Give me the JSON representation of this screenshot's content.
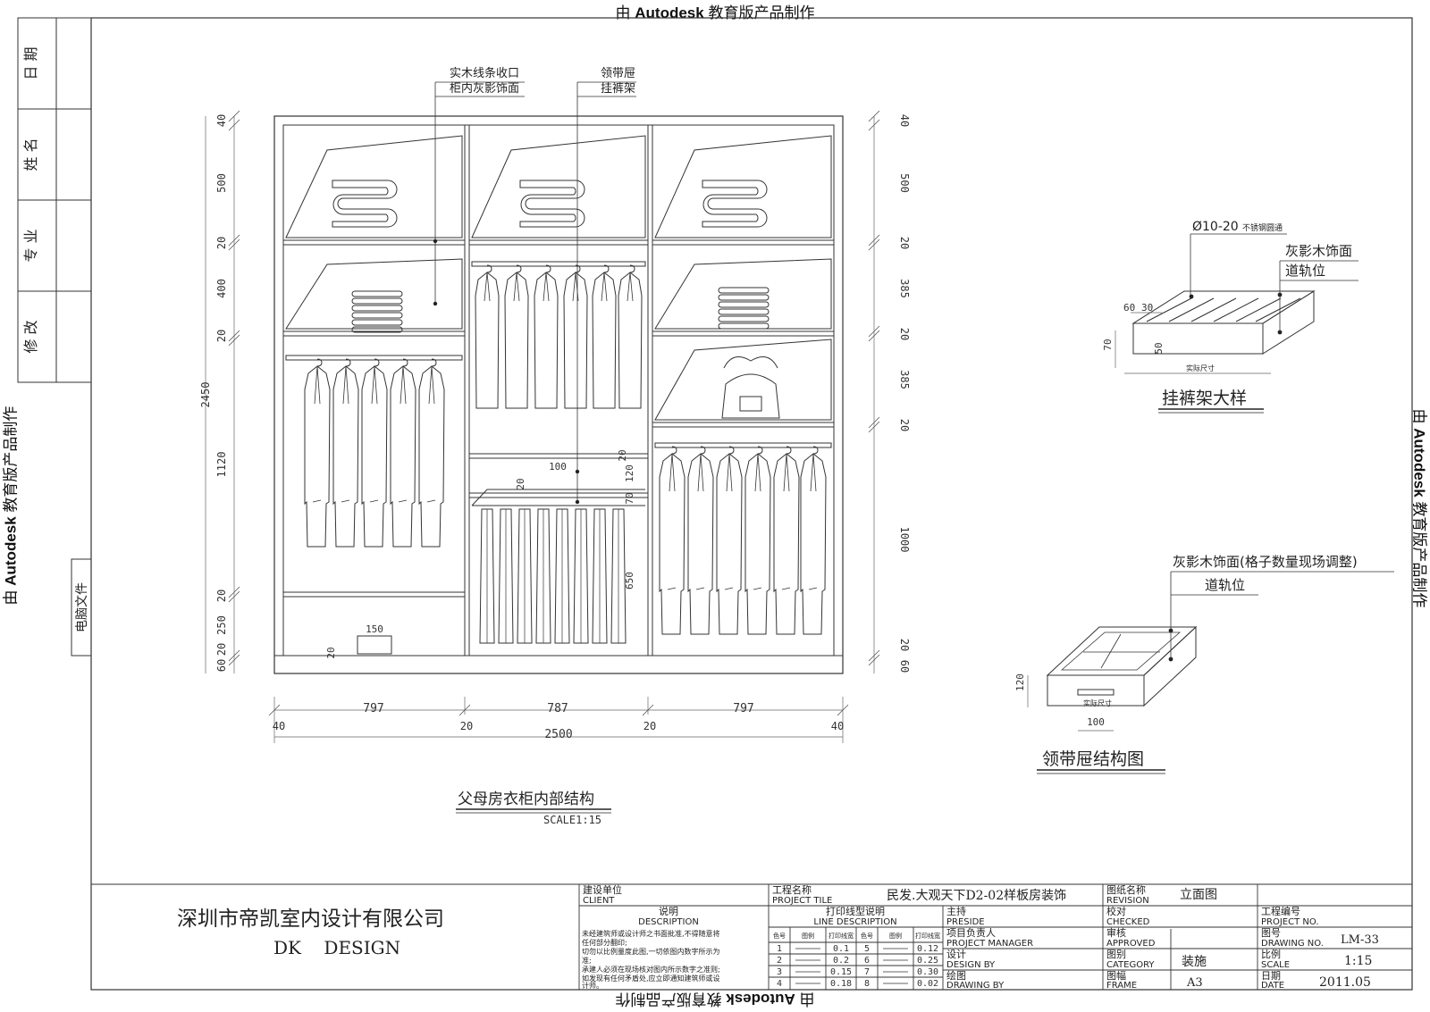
{
  "watermark": {
    "prefix": "由",
    "brand": "Autodesk",
    "suffix": "教育版产品制作"
  },
  "revision_column": {
    "labels": [
      "日 期",
      "姓 名",
      "专 业",
      "修 改"
    ],
    "file_label": "电脑文件"
  },
  "callouts": {
    "molding": "实木线条收口",
    "inner_finish": "柜内灰影饰面",
    "tie_drawer": "领带屉",
    "pants_rack": "挂裤架"
  },
  "dimensions": {
    "left_vertical": [
      "40",
      "500",
      "20",
      "400",
      "20",
      "1120",
      "20",
      "250",
      "20",
      "60"
    ],
    "left_total": "2450",
    "right_vertical": [
      "40",
      "500",
      "20",
      "385",
      "20",
      "385",
      "20",
      "1000",
      "20",
      "60"
    ],
    "mid_small": [
      "20",
      "100",
      "20",
      "120",
      "70",
      "650",
      "150",
      "20"
    ],
    "bottom_widths": [
      "797",
      "787",
      "797"
    ],
    "bottom_gaps": [
      "40",
      "20",
      "20",
      "40"
    ],
    "bottom_total": "2500"
  },
  "main_title": "父母房衣柜内部结构",
  "main_scale": "SCALE1:15",
  "pants_rack_detail": {
    "diameter_note": "Ø10-20",
    "diameter_sub": "不锈钢圆通",
    "label_finish": "灰影木饰面",
    "label_rail": "道轨位",
    "dims": [
      "60",
      "30",
      "70",
      "50"
    ],
    "width_note": "实际尺寸",
    "title": "挂裤架大样"
  },
  "tie_drawer_detail": {
    "label_finish": "灰影木饰面(格子数量现场调整)",
    "label_rail": "道轨位",
    "dims": [
      "120",
      "100"
    ],
    "width_note": "实际尺寸",
    "title": "领带屉结构图"
  },
  "title_block": {
    "company_cn": "深圳市帝凯室内设计有限公司",
    "company_en": "DK    DESIGN",
    "client_cn": "建设单位",
    "client_en": "CLIENT",
    "project_cn": "工程名称",
    "project_en": "PROJECT TILE",
    "project_name": "民发.大观天下D2-02样板房装饰",
    "revision_cn": "图纸名称",
    "revision_en": "REVISION",
    "revision_value": "立面图",
    "desc_cn": "说明",
    "desc_en": "DESCRIPTION",
    "desc_text": [
      "未经建筑师或设计师之书面批准,不得随意将",
      "任何部分翻印;",
      "切勿以比例量度此图,一切依图内数字所示为",
      "准;",
      "承建人必须在现场核对图内所示数字之准则;",
      "如发现有任何矛盾处,应立即通知建筑师或设",
      "计师。"
    ],
    "line_cn": "打印线型说明",
    "line_en": "LINE DESCRIPTION",
    "line_headers": [
      "色号",
      "图例",
      "打印线宽",
      "色号",
      "图例",
      "打印线宽"
    ],
    "line_rows": [
      [
        "1",
        "0.1",
        "5",
        "0.12"
      ],
      [
        "2",
        "0.2",
        "6",
        "0.25"
      ],
      [
        "3",
        "0.15",
        "7",
        "0.30"
      ],
      [
        "4",
        "0.18",
        "8",
        "0.02"
      ]
    ],
    "preside_cn": "主持",
    "preside_en": "PRESIDE",
    "pm_cn": "项目负责人",
    "pm_en": "PROJECT MANAGER",
    "design_cn": "设计",
    "design_en": "DESIGN BY",
    "drawing_cn": "绘图",
    "drawing_en": "DRAWING BY",
    "checked_cn": "校对",
    "checked_en": "CHECKED",
    "approved_cn": "审核",
    "approved_en": "APPROVED",
    "category_cn": "图别",
    "category_en": "CATEGORY",
    "category_value": "装施",
    "frame_cn": "图幅",
    "frame_en": "FRAME",
    "frame_value": "A3",
    "projno_cn": "工程编号",
    "projno_en": "PROJECT NO.",
    "drawno_cn": "图号",
    "drawno_en": "DRAWING NO.",
    "drawno_value": "LM-33",
    "scale_cn": "比例",
    "scale_en": "SCALE",
    "scale_value": "1:15",
    "date_cn": "日期",
    "date_en": "DATE",
    "date_value": "2011.05"
  }
}
